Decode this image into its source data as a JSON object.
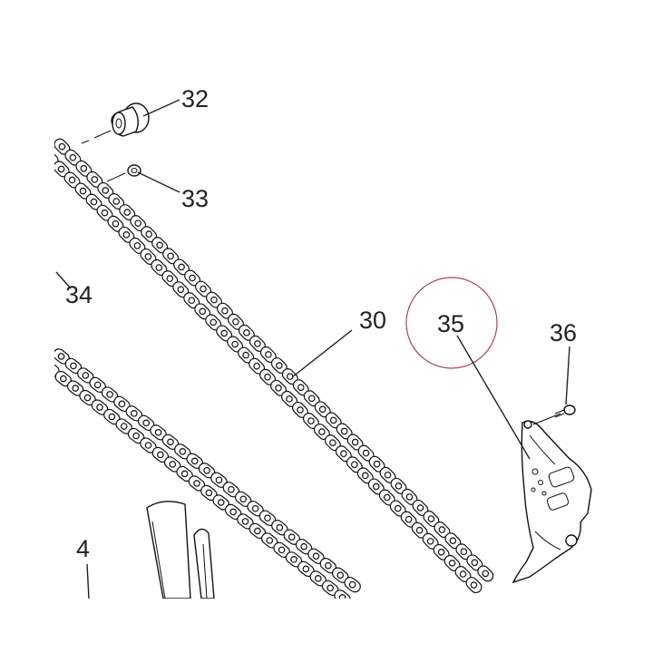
{
  "callouts": {
    "c32": "32",
    "c33": "33",
    "c34": "34",
    "c30": "30",
    "c35": "35",
    "c36": "36",
    "c4": "4"
  },
  "colors": {
    "line": "#222222",
    "highlight_circle": "#b0405a",
    "background": "#ffffff"
  }
}
